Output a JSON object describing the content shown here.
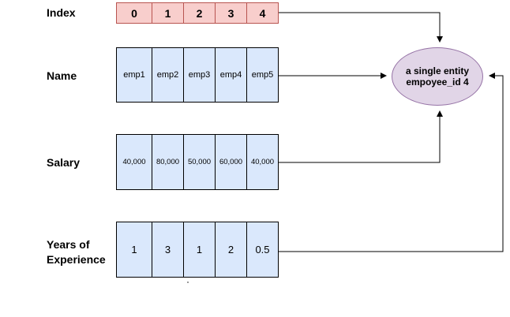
{
  "rows": {
    "index": {
      "label": "Index",
      "values": [
        "0",
        "1",
        "2",
        "3",
        "4"
      ]
    },
    "name": {
      "label": "Name",
      "values": [
        "emp1",
        "emp2",
        "emp3",
        "emp4",
        "emp5"
      ]
    },
    "salary": {
      "label": "Salary",
      "values": [
        "40,000",
        "80,000",
        "50,000",
        "60,000",
        "40,000"
      ]
    },
    "years": {
      "label_line1": "Years of",
      "label_line2": "Experience",
      "values": [
        "1",
        "3",
        "1",
        "2",
        "0.5"
      ]
    }
  },
  "entity": {
    "line1": "a single entity",
    "line2": "empoyee_id 4"
  },
  "colors": {
    "index_fill": "#f8cecc",
    "index_stroke": "#b85450",
    "array_fill": "#dae8fc",
    "entity_fill": "#e1d5e7",
    "entity_stroke": "#9673a6"
  }
}
